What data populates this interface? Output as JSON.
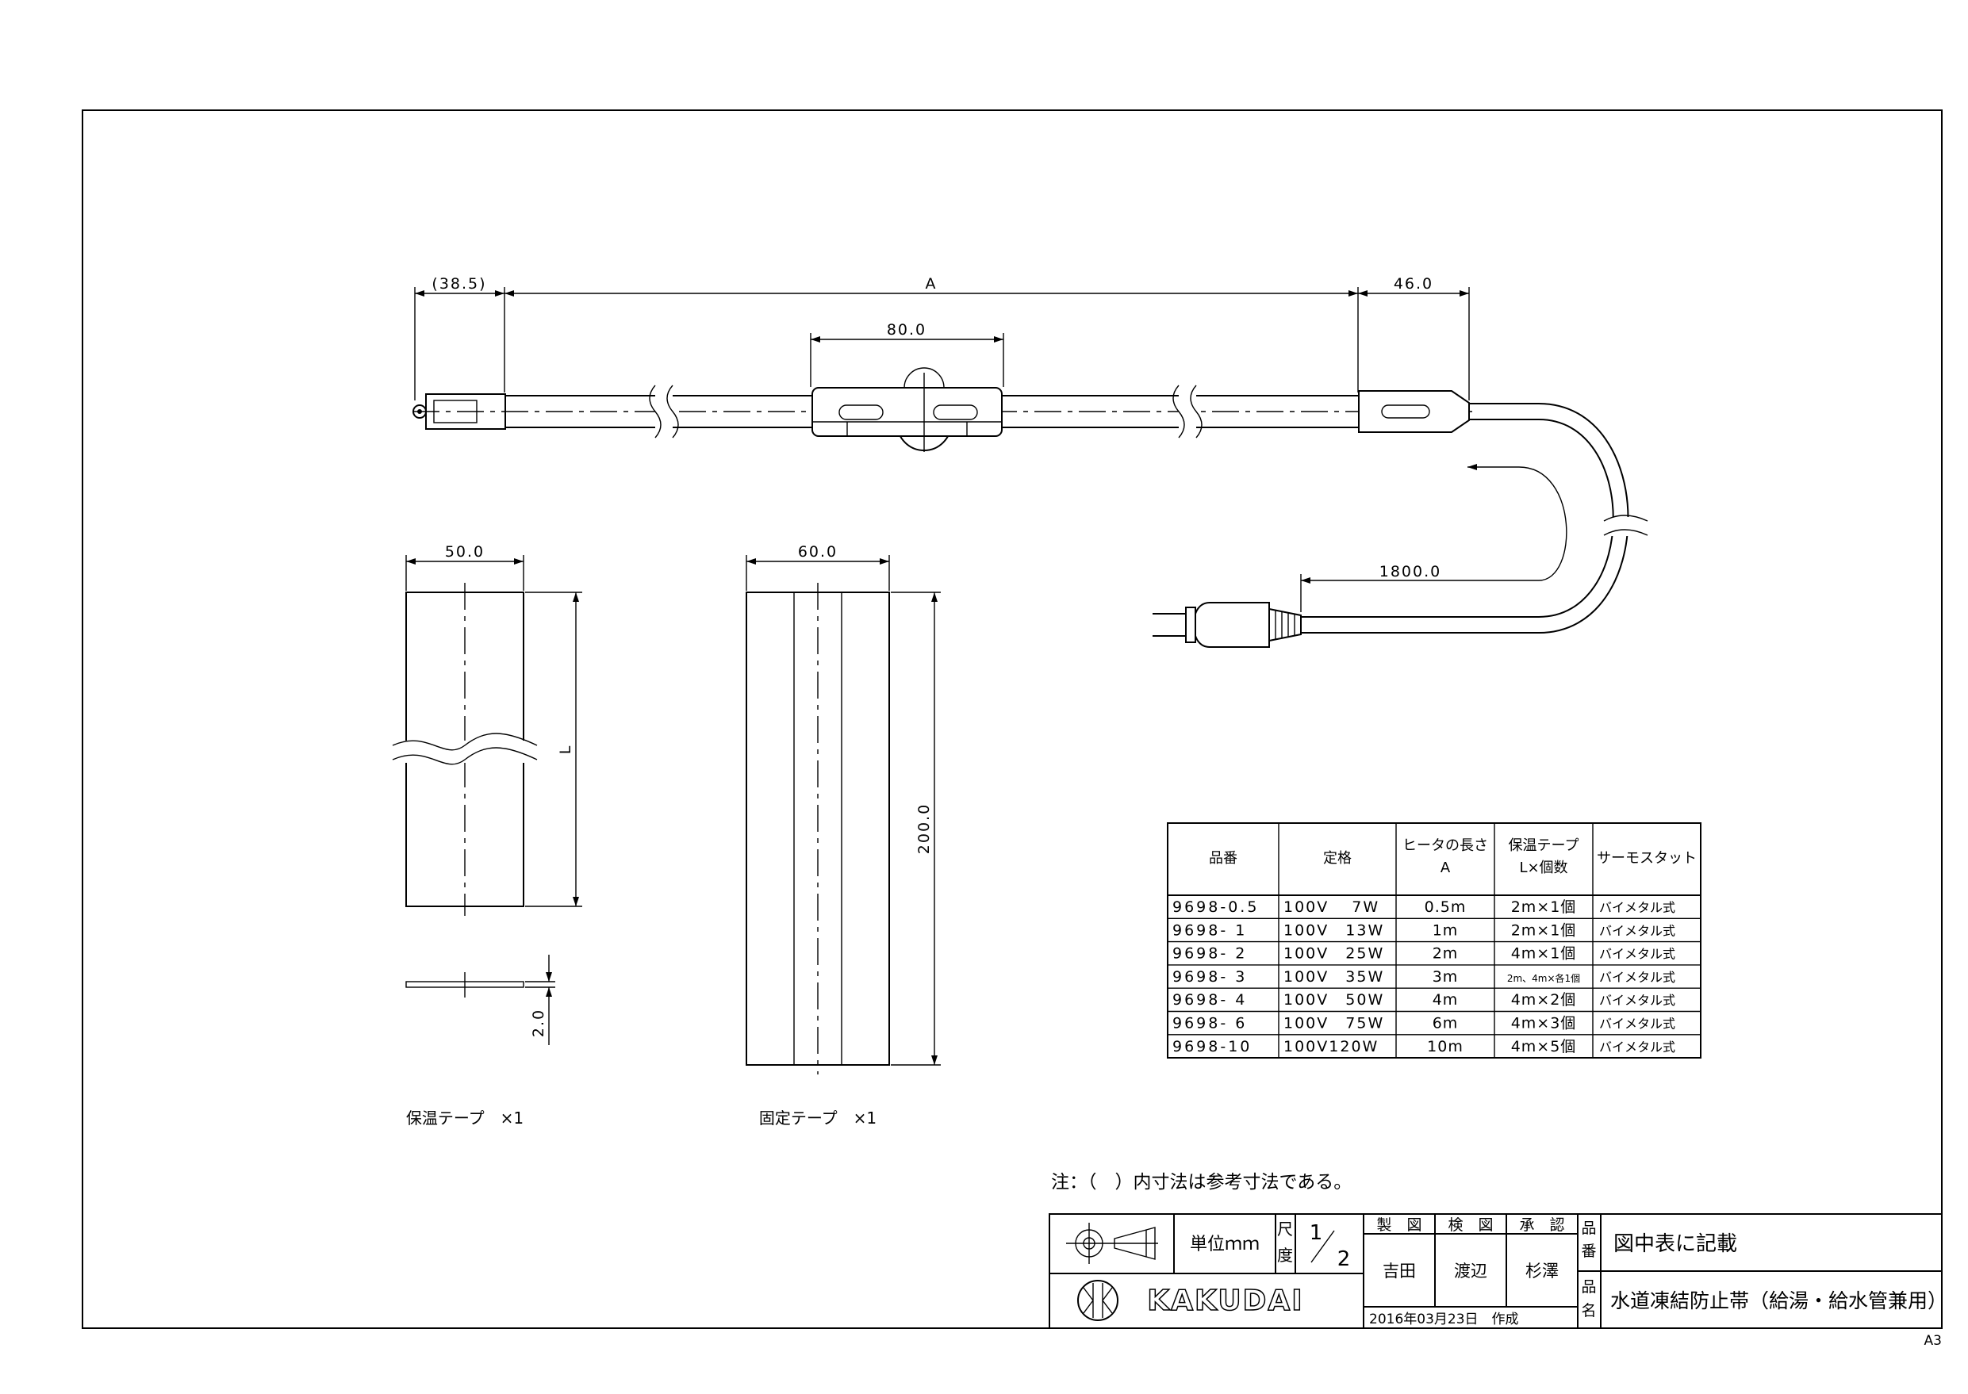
{
  "dimensions": {
    "left_end": "(38.5)",
    "heater_length": "A",
    "right_end": "46.0",
    "thermostat_width": "80.0",
    "cord_length": "1800.0",
    "insulation_tape_width": "50.0",
    "insulation_tape_length": "L",
    "insulation_tape_thickness": "2.0",
    "fixing_tape_width": "60.0",
    "fixing_tape_length": "200.0"
  },
  "captions": {
    "insulation_tape": "保温テープ　×1",
    "fixing_tape": "固定テープ　×1"
  },
  "spec_table": {
    "headers": [
      [
        "品番"
      ],
      [
        "定格"
      ],
      [
        "ヒータの長さ",
        "A"
      ],
      [
        "保温テープ",
        "L×個数"
      ],
      [
        "サーモスタット"
      ]
    ],
    "rows": [
      [
        "9698-0.5",
        "100V　 7W",
        "0.5m",
        "2m×1個",
        "バイメタル式"
      ],
      [
        "9698- 1",
        "100V　13W",
        "1m",
        "2m×1個",
        "バイメタル式"
      ],
      [
        "9698- 2",
        "100V　25W",
        "2m",
        "4m×1個",
        "バイメタル式"
      ],
      [
        "9698- 3",
        "100V　35W",
        "3m",
        "2m、4m×各1個",
        "バイメタル式"
      ],
      [
        "9698- 4",
        "100V　50W",
        "4m",
        "4m×2個",
        "バイメタル式"
      ],
      [
        "9698- 6",
        "100V　75W",
        "6m",
        "4m×3個",
        "バイメタル式"
      ],
      [
        "9698-10",
        "100V120W",
        "10m",
        "4m×5個",
        "バイメタル式"
      ]
    ]
  },
  "note": "注：（　）内寸法は参考寸法である。",
  "title_block": {
    "unit": "単位ｍｍ",
    "scale_label": [
      "尺",
      "度"
    ],
    "scale_num": "1",
    "scale_den": "2",
    "roles": [
      "製　図",
      "検　図",
      "承　認"
    ],
    "names": [
      "吉田",
      "渡辺",
      "杉澤"
    ],
    "part_number_label": [
      "品",
      "番"
    ],
    "part_number": "図中表に記載",
    "product_name_label": [
      "品",
      "名"
    ],
    "product_name": "水道凍結防止帯（給湯・給水管兼用）",
    "date": "2016年03月23日　作成",
    "logo_text": "KAKUDAI"
  },
  "sheet_size": "A3"
}
